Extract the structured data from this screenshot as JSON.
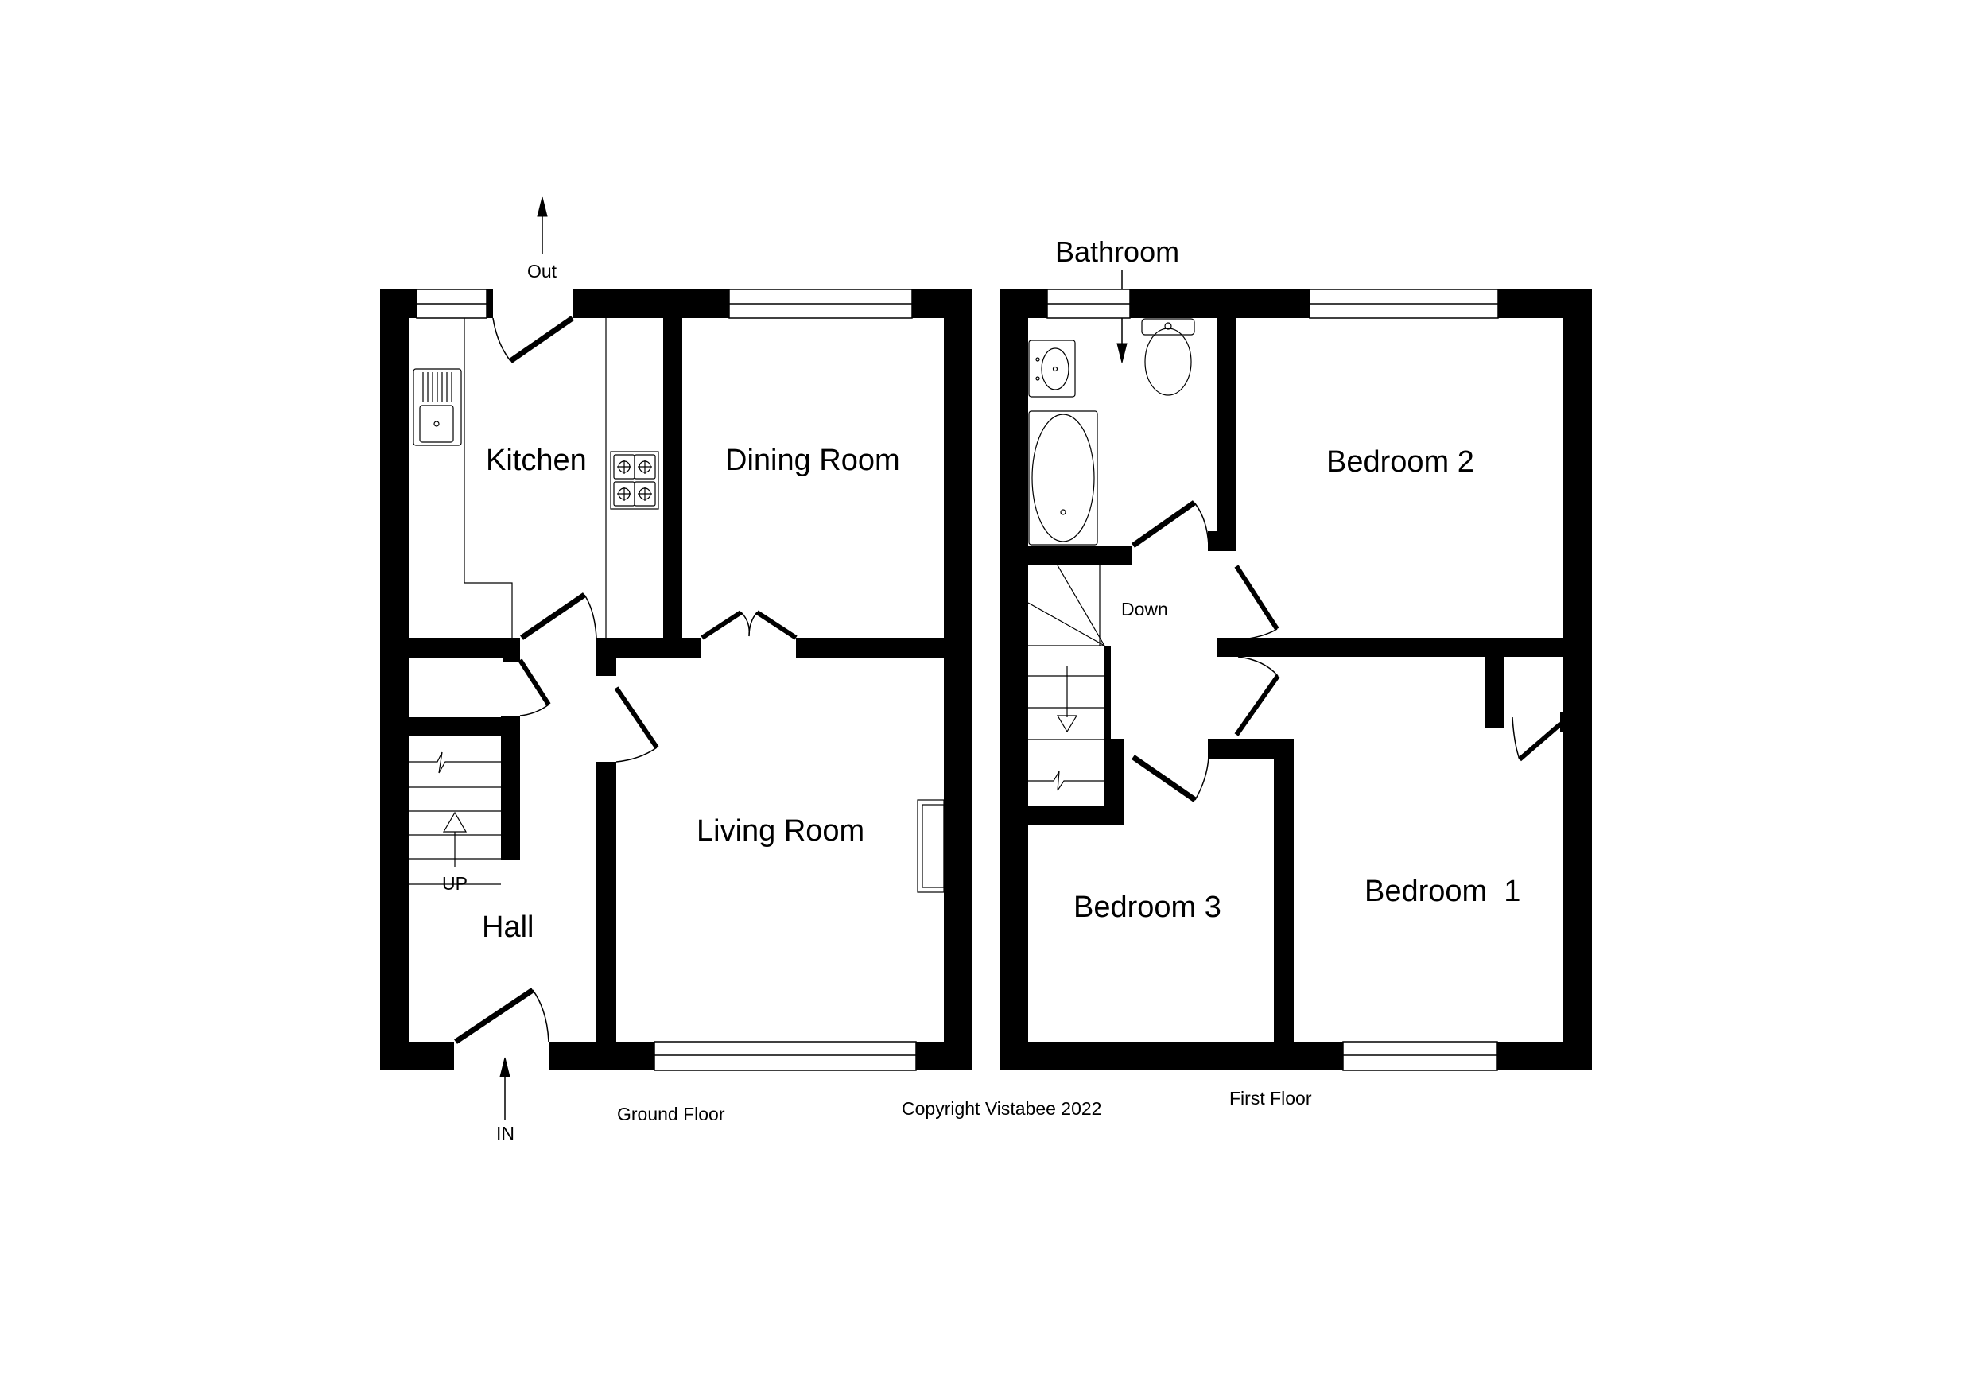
{
  "plan": {
    "ground_floor": {
      "title": "Ground Floor",
      "rooms": [
        "Kitchen",
        "Dining Room",
        "Living Room",
        "Hall"
      ],
      "stairs_label": "UP",
      "entry_label": "IN",
      "exit_label": "Out"
    },
    "first_floor": {
      "title": "First Floor",
      "rooms": [
        "Bathroom",
        "Bedroom 2",
        "Bedroom 3",
        "Bedroom  1"
      ],
      "stairs_label": "Down"
    },
    "copyright": "Copyright Vistabee 2022",
    "colors": {
      "wall": "#000000",
      "background": "#ffffff",
      "fixture_line": "#000000"
    }
  }
}
